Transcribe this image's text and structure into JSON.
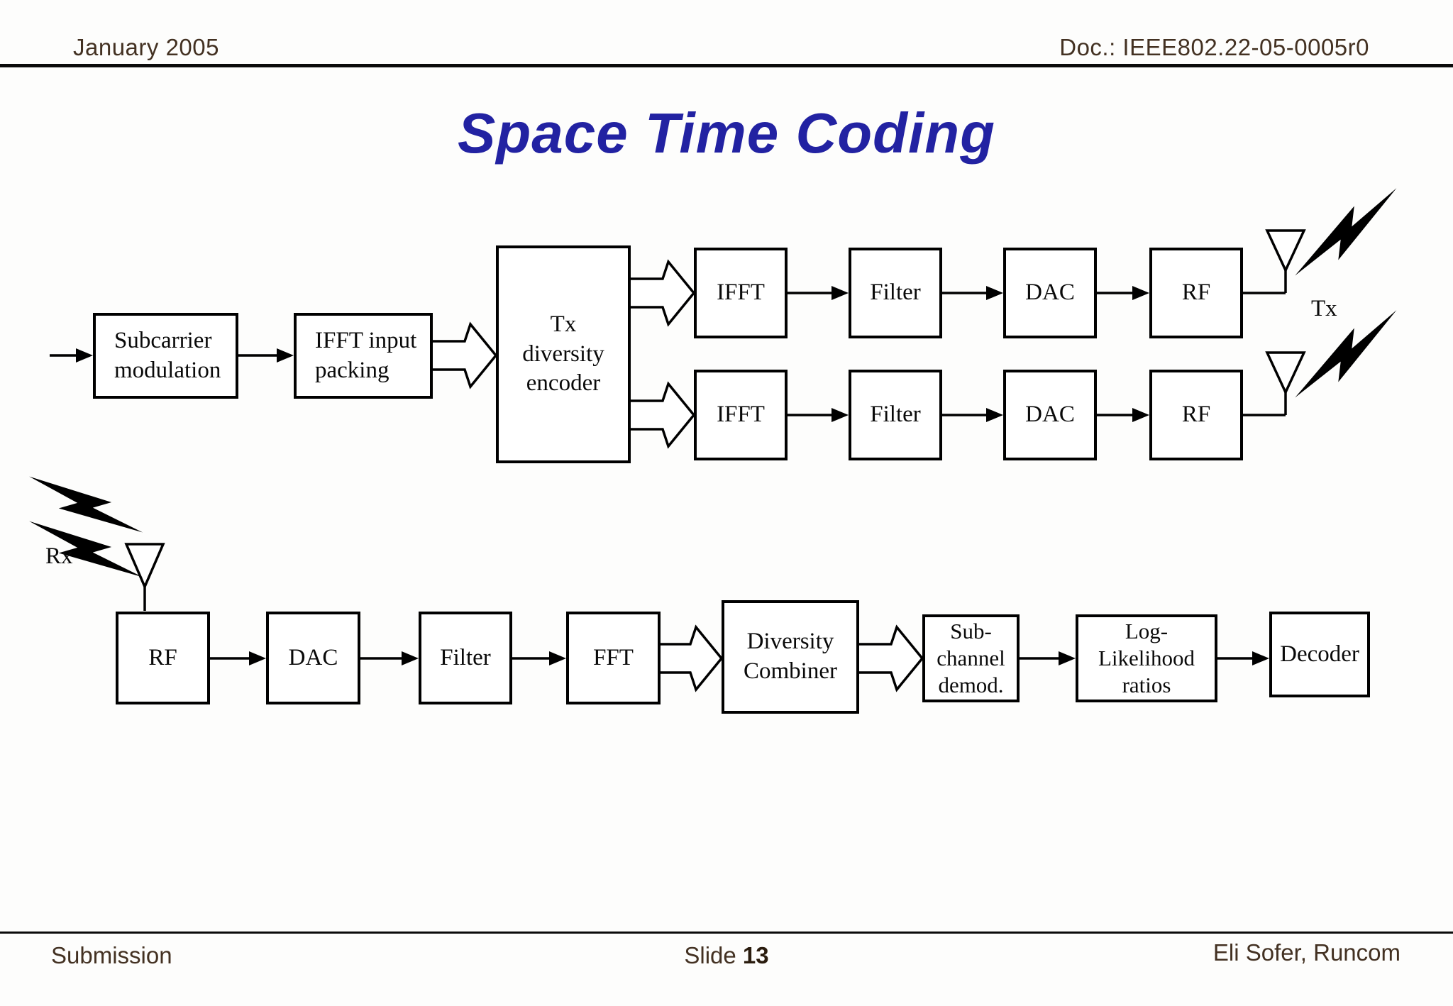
{
  "header": {
    "date": "January 2005",
    "doc": "Doc.: IEEE802.22-05-0005r0"
  },
  "title": "Space Time Coding",
  "colors": {
    "title_blue": "#2222A2",
    "header_footer_brown": "#433122",
    "diagram_ink": "#000000"
  },
  "tx_chain": {
    "subcarrier": [
      "Subcarrier",
      "modulation"
    ],
    "packing": [
      "IFFT input",
      "packing"
    ],
    "encoder": [
      "Tx",
      "diversity",
      "encoder"
    ],
    "branch1": {
      "ifft": "IFFT",
      "filter": "Filter",
      "dac": "DAC",
      "rf": "RF"
    },
    "branch2": {
      "ifft": "IFFT",
      "filter": "Filter",
      "dac": "DAC",
      "rf": "RF"
    },
    "antenna_label": "Tx"
  },
  "rx_chain": {
    "antenna_label": "Rx",
    "rf": "RF",
    "dac": "DAC",
    "filter": "Filter",
    "fft": "FFT",
    "combiner": [
      "Diversity",
      "Combiner"
    ],
    "subchannel_demod": [
      "Sub-",
      "channel",
      "demod."
    ],
    "log_likelihood": [
      "Log-",
      "Likelihood",
      "ratios"
    ],
    "decoder": "Decoder"
  },
  "footer": {
    "left": "Submission",
    "slide_label": "Slide ",
    "slide_number": "13",
    "right": "Eli Sofer, Runcom"
  }
}
